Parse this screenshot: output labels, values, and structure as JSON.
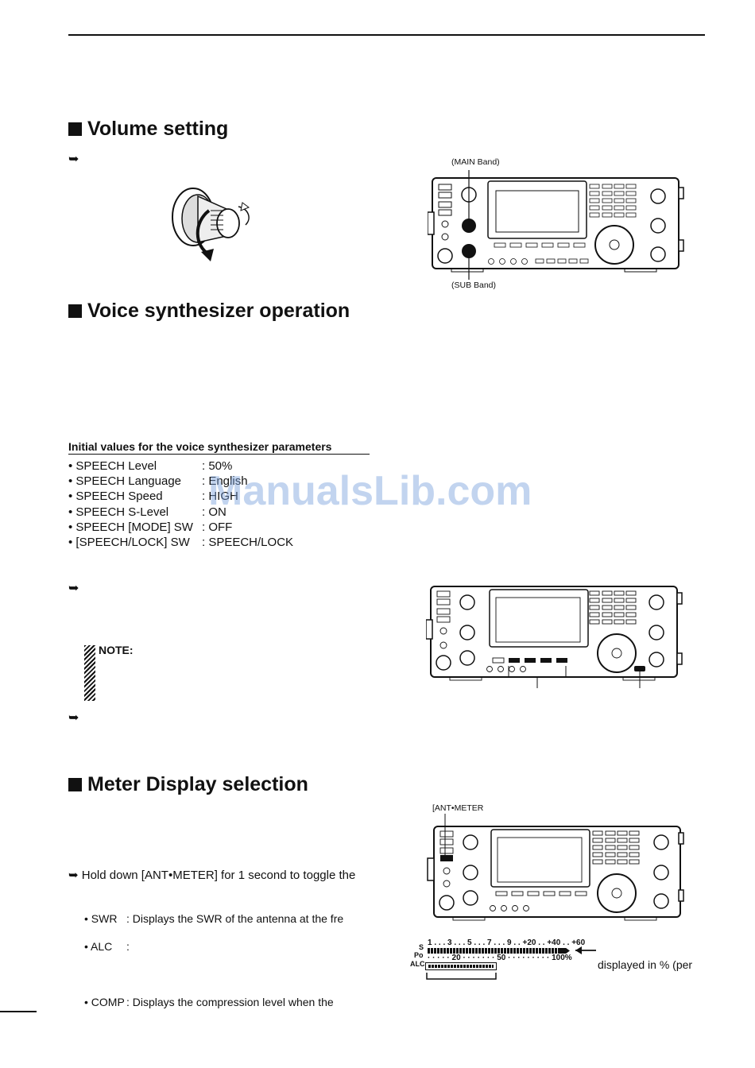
{
  "sections": {
    "volume": {
      "title": "Volume setting",
      "arrow": "➥"
    },
    "voice": {
      "title": "Voice synthesizer operation"
    },
    "meter": {
      "title": "Meter Display selection"
    }
  },
  "figures": {
    "volume": {
      "main_label": "(MAIN Band)",
      "sub_label": "(SUB Band)"
    },
    "meter": {
      "ant_label": "[ANT•METER"
    }
  },
  "initial_values": {
    "title": "Initial values for the voice synthesizer parameters",
    "rows": [
      {
        "key": "• SPEECH Level",
        "value": ": 50%"
      },
      {
        "key": "• SPEECH Language",
        "value": ": English"
      },
      {
        "key": "• SPEECH Speed",
        "value": ": HIGH"
      },
      {
        "key": "• SPEECH S-Level",
        "value": ": ON"
      },
      {
        "key": "• SPEECH [MODE] SW",
        "value": ": OFF"
      },
      {
        "key": "• [SPEECH/LOCK] SW",
        "value": ": SPEECH/LOCK"
      }
    ]
  },
  "note_label": "NOTE:",
  "arrows": {
    "a1": "➥",
    "a2": "➥",
    "a3": "➥"
  },
  "meter_text": {
    "hold": "➥ Hold down [ANT•METER] for 1 second to toggle the",
    "swr_key": "• SWR",
    "swr_val": ": Displays the SWR of the antenna at the fre",
    "alc_key": "• ALC",
    "alc_val": ":",
    "comp_key": "• COMP",
    "comp_val": ": Displays  the  compression  level  when  the",
    "side": "displayed  in  %  (per"
  },
  "meter_scale": {
    "s": "S",
    "po": "Po",
    "alc": "ALC",
    "s_scale": "1 . . . 3 . . . 5 . . . 7 . . . 9 . . +20 . . +40 . . +60",
    "po_scale": "· · · · · 20 · · · · · · · 50 · · · · · · · · · 100%"
  },
  "watermark": "ManualsLib.com"
}
